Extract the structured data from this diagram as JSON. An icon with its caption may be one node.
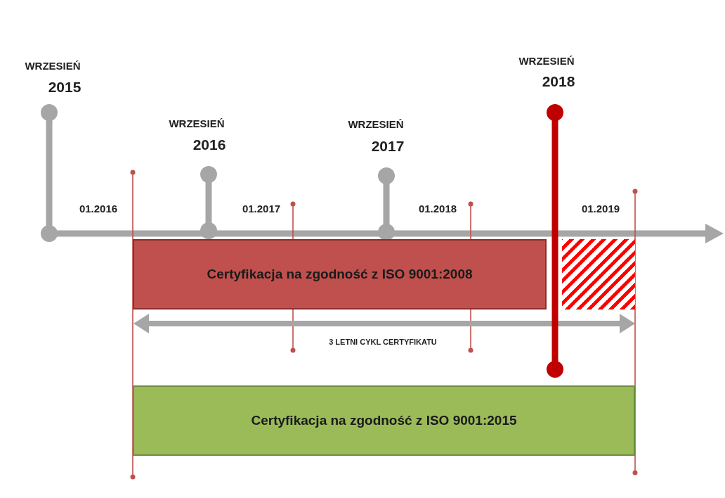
{
  "diagram": {
    "nodes": [
      {
        "text": [
          "Certyfikacja na zgodność z ISO 9001:2008"
        ]
      },
      {
        "text": [],
        "shape": "bar"
      },
      {
        "text": [
          "Certyfikacja na zgodność z ISO 9001:2015"
        ]
      }
    ],
    "edges": [],
    "labels": [
      "WRZESIEŃ",
      "2015",
      "01.2016",
      "WRZESIEŃ",
      "2016",
      "01.2017",
      "WRZESIEŃ",
      "2017",
      "01.2018",
      "WRZESIEŃ",
      "2018",
      "01.2019",
      "3 LETNI CYKL CERTYFIKATU"
    ]
  }
}
